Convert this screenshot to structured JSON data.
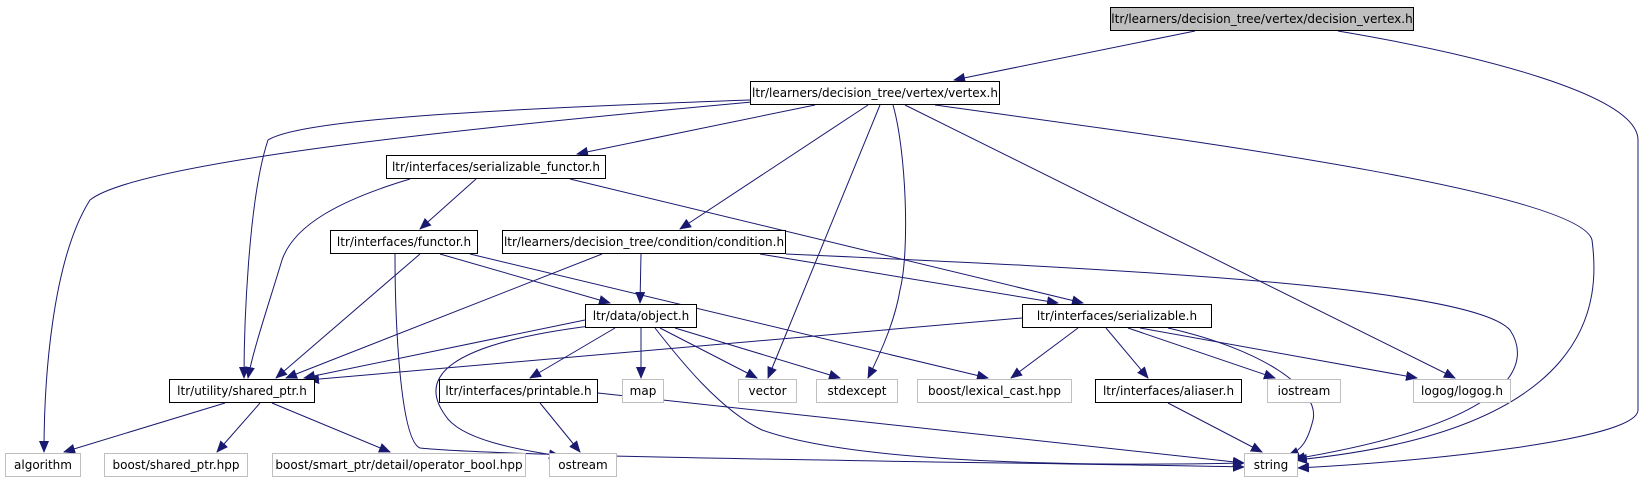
{
  "colors": {
    "edge": "#191970",
    "node_border": "#000000",
    "external_border": "#bfbfbf",
    "root_fill": "#bfbfbf"
  },
  "nodes": {
    "decision_vertex": "ltr/learners/decision_tree/vertex/decision_vertex.h",
    "vertex": "ltr/learners/decision_tree/vertex/vertex.h",
    "serializable_functor": "ltr/interfaces/serializable_functor.h",
    "functor": "ltr/interfaces/functor.h",
    "condition": "ltr/learners/decision_tree/condition/condition.h",
    "object": "ltr/data/object.h",
    "serializable": "ltr/interfaces/serializable.h",
    "shared_ptr": "ltr/utility/shared_ptr.h",
    "printable": "ltr/interfaces/printable.h",
    "map": "map",
    "vector": "vector",
    "stdexcept": "stdexcept",
    "lexical_cast": "boost/lexical_cast.hpp",
    "aliaser": "ltr/interfaces/aliaser.h",
    "iostream": "iostream",
    "logog": "logog/logog.h",
    "algorithm": "algorithm",
    "boost_shared_ptr": "boost/shared_ptr.hpp",
    "operator_bool": "boost/smart_ptr/detail/operator_bool.hpp",
    "ostream": "ostream",
    "string": "string"
  }
}
